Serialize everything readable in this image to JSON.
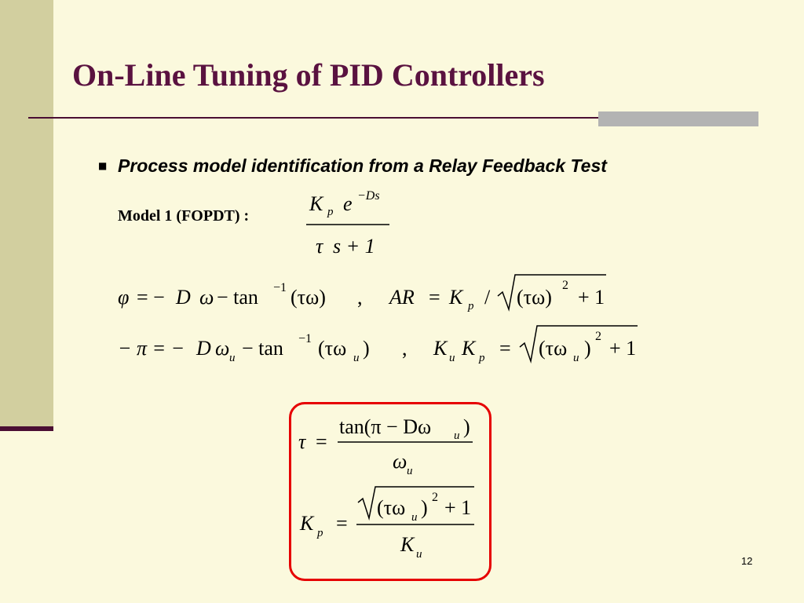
{
  "slide": {
    "title": "On-Line Tuning of PID Controllers",
    "bullet_marker": "■",
    "bullet_text": "Process model identification from a Relay Feedback Test",
    "model_label": "Model 1 (FOPDT) :",
    "page_number": "12"
  },
  "equations": {
    "model": {
      "numerator_K": "K",
      "numerator_p": "p",
      "numerator_e": "e",
      "exponent": "−Ds",
      "denominator_tau": "τ",
      "denominator_rest": "s + 1"
    },
    "phase": {
      "lhs": "φ",
      "rhs_a": "= −",
      "rhs_D": "D",
      "rhs_omega": "ω",
      "rhs_tan": "− tan",
      "rhs_exp": "−1",
      "rhs_arg": "(τω)",
      "sep": ",",
      "ar_lhs": "AR",
      "ar_eq": "=",
      "ar_K": "K",
      "ar_p": "p",
      "ar_slash": "/",
      "ar_root": "(τω)",
      "ar_sq": "2",
      "ar_plus": "+ 1"
    },
    "ultimate": {
      "lhs": "− π = −",
      "D": "D",
      "omega": "ω",
      "u": "u",
      "tan": "− tan",
      "exp": "−1",
      "arg_open": "(τω",
      "arg_close": ")",
      "sep": ",",
      "K": "K",
      "Kp": "K",
      "p": "p",
      "eq": "=",
      "root_open": "(τω",
      "root_close": ")",
      "sq": "2",
      "plus": "+ 1"
    },
    "tau_result": {
      "lhs": "τ",
      "eq": "=",
      "num": "tan(π − Dω",
      "num_sub": "u",
      "num_close": ")",
      "den": "ω",
      "den_sub": "u"
    },
    "kp_result": {
      "lhs": "K",
      "lhs_sub": "p",
      "eq": "=",
      "root_open": "(τω",
      "root_sub": "u",
      "root_close": ")",
      "sq": "2",
      "plus": "+ 1",
      "den": "K",
      "den_sub": "u"
    }
  },
  "colors": {
    "background": "#fbf9dd",
    "left_bar": "#d2cf9f",
    "title": "#5a1240",
    "rule": "#4a0e33",
    "grey_block": "#b3b3b3",
    "result_border": "#e60000"
  }
}
